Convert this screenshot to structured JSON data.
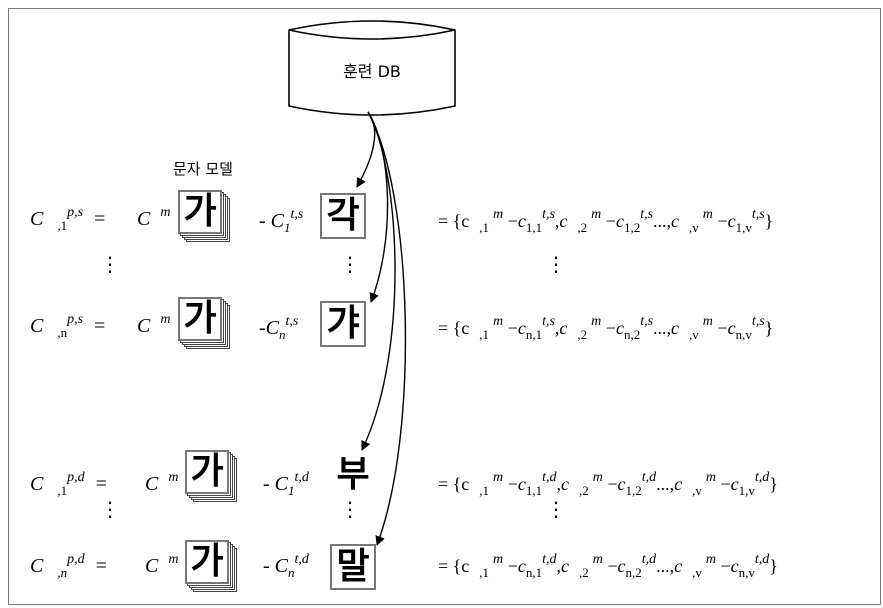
{
  "database": {
    "label": "훈련 DB",
    "icon": "cylinder-database"
  },
  "model_label": "문자 모델",
  "template_glyph": "가",
  "rows": [
    {
      "id": "s1",
      "lhs": {
        "base": "C",
        "sub": ",1",
        "sup": "p,s"
      },
      "target": {
        "base": "C",
        "sub": "1",
        "sup": "t,s",
        "glyph": "각"
      },
      "rhs": {
        "open": "= {c",
        "a_sub": ",1",
        "a_sup": "m",
        "b_sub": "1,1",
        "b_sup": "t,s",
        "c_sub": ",2",
        "c_sup": "m",
        "d_sub": "1,2",
        "d_sup": "t,s",
        "e_sub": ",v",
        "e_sup": "m",
        "f_sub": "1,v",
        "f_sup": "t,s"
      }
    },
    {
      "id": "sn",
      "lhs": {
        "base": "C",
        "sub": ",n",
        "sup": "p,s"
      },
      "target": {
        "base": "C",
        "sub": "n",
        "sup": "t,s",
        "glyph": "갸"
      },
      "rhs": {
        "open": "= {c",
        "a_sub": ",1",
        "a_sup": "m",
        "b_sub": "n,1",
        "b_sup": "t,s",
        "c_sub": ",2",
        "c_sup": "m",
        "d_sub": "n,2",
        "d_sup": "t,s",
        "e_sub": ",v",
        "e_sup": "m",
        "f_sub": "n,v",
        "f_sup": "t,s"
      }
    },
    {
      "id": "d1",
      "lhs": {
        "base": "C",
        "sub": ",1",
        "sup": "p,d"
      },
      "target": {
        "base": "C",
        "sub": "1",
        "sup": "t,d",
        "glyph": "부"
      },
      "rhs": {
        "open": "= {c",
        "a_sub": ",1",
        "a_sup": "m",
        "b_sub": "1,1",
        "b_sup": "t,d",
        "c_sub": ",2",
        "c_sup": "m",
        "d_sub": "1,2",
        "d_sup": "t,d",
        "e_sub": ",v",
        "e_sup": "m",
        "f_sub": "1,v",
        "f_sup": "t,d"
      }
    },
    {
      "id": "dn",
      "lhs": {
        "base": "C",
        "sub": ",n",
        "sup": "p,d"
      },
      "target": {
        "base": "C",
        "sub": "n",
        "sup": "t,d",
        "glyph": "말"
      },
      "rhs": {
        "open": "= {c",
        "a_sub": ",1",
        "a_sup": "m",
        "b_sub": "n,1",
        "b_sup": "t,d",
        "c_sub": ",2",
        "c_sup": "m",
        "d_sub": "n,2",
        "d_sup": "t,d",
        "e_sub": ",v",
        "e_sup": "m",
        "f_sub": "n,v",
        "f_sup": "t,d"
      }
    }
  ],
  "symbols": {
    "equals": "=",
    "minus": "-",
    "model_base": "C",
    "model_sup": "m",
    "vdots": "⋮",
    "ellipsis": "...,",
    "close": "}",
    "comma": ",",
    "op": "−"
  }
}
